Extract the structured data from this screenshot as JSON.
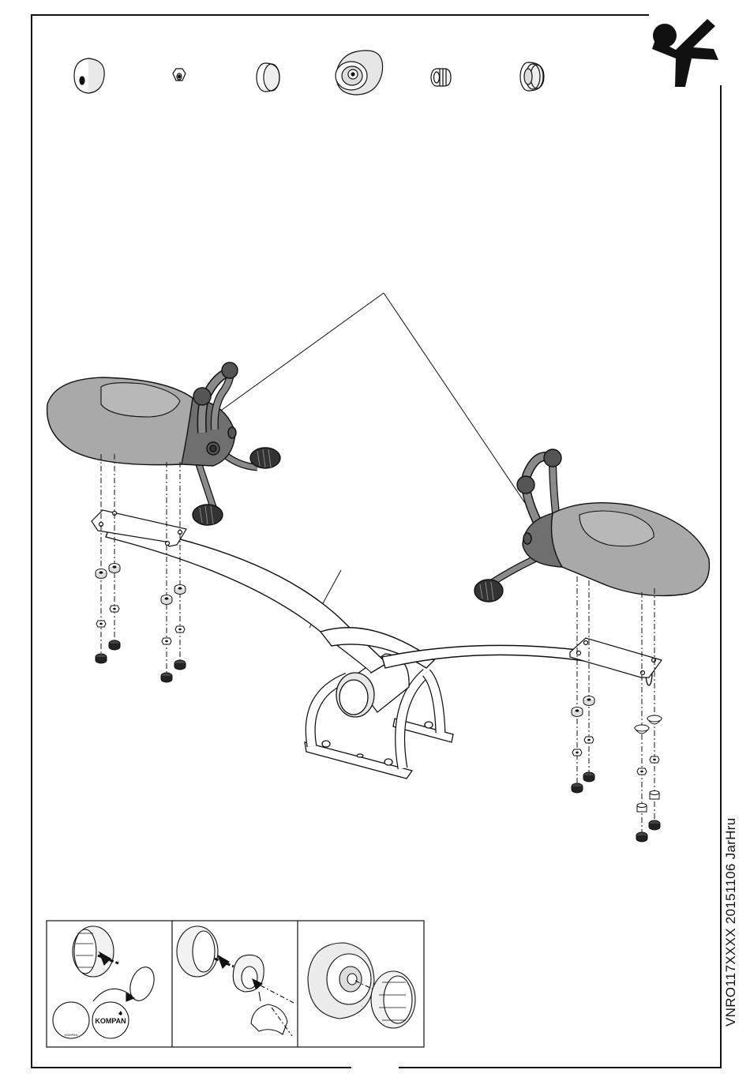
{
  "document": {
    "code": "VNRO117XXXX  20151106  JarHru",
    "logo_brand": "KOMPAN",
    "colors": {
      "frame": "#111111",
      "seat": "#a9a9a9",
      "body": "#6f6f6f",
      "handle": "#8a8a8a",
      "dark": "#333333",
      "paper": "#ffffff"
    }
  },
  "parts_row": [
    {
      "name": "washer-disc-icon"
    },
    {
      "name": "hex-nut-icon"
    },
    {
      "name": "round-cap-icon"
    },
    {
      "name": "dome-cover-icon"
    },
    {
      "name": "ribbed-sleeve-icon"
    },
    {
      "name": "ribbed-cap-icon"
    }
  ],
  "detail_panels": [
    {
      "step": "insert-disc-into-hub"
    },
    {
      "step": "insert-bushing-into-hub"
    },
    {
      "step": "fit-dome-cover-on-hub"
    }
  ]
}
